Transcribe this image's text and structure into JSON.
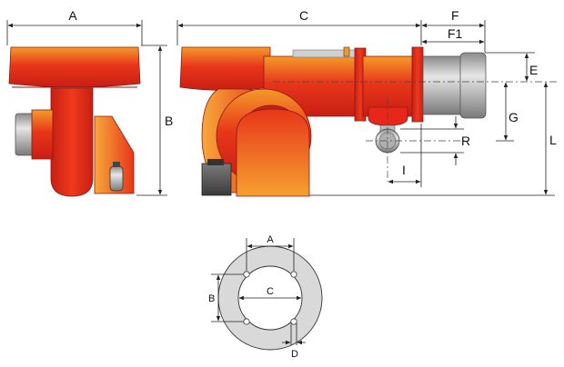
{
  "side_view": {
    "labels": {
      "A": "A",
      "B": "B"
    }
  },
  "front_view": {
    "labels": {
      "C": "C",
      "F": "F",
      "F1": "F1",
      "E": "E",
      "G": "G",
      "R": "R",
      "I": "I",
      "L": "L"
    }
  },
  "flange": {
    "labels": {
      "A": "A",
      "B": "B",
      "C": "C",
      "D": "D"
    }
  },
  "colors": {
    "burner_red": "#e8261a",
    "burner_orange": "#f07a1a",
    "tube_grey": "#b8b8b8",
    "dark_grey": "#555555",
    "flange_grey": "#d9d9d9"
  }
}
